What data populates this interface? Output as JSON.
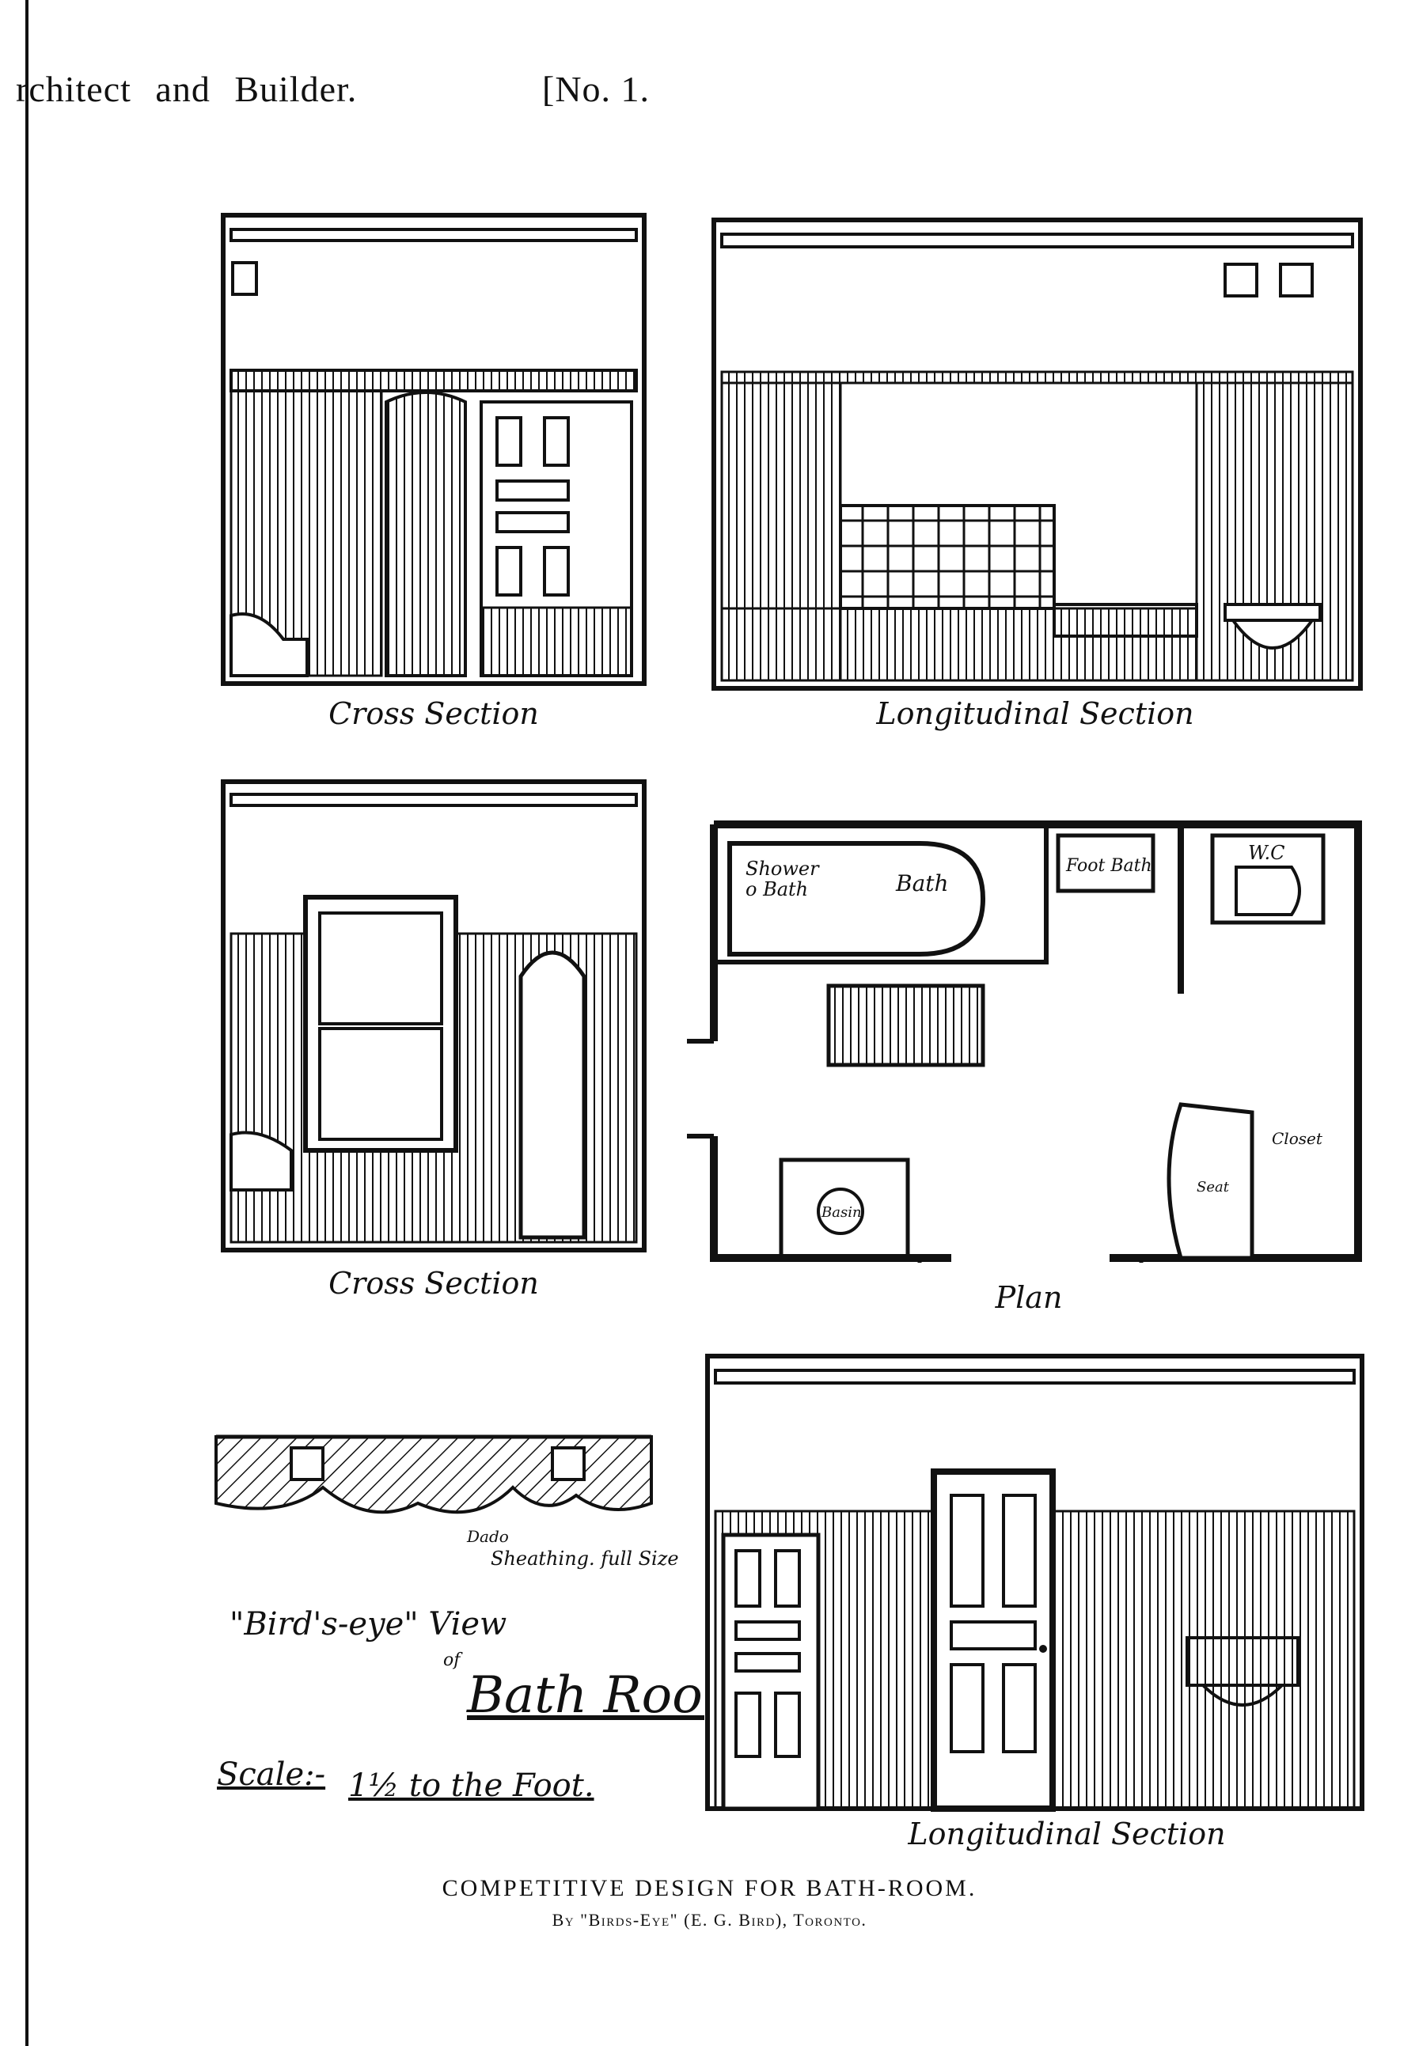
{
  "header": {
    "journal_left": "rchitect",
    "journal_and": "and",
    "journal_right": "Builder.",
    "issue": "[No. 1."
  },
  "drawings": {
    "cross_section_1": "Cross Section",
    "longitudinal_section_1": "Longitudinal Section",
    "cross_section_2": "Cross Section",
    "plan": "Plan",
    "longitudinal_section_2": "Longitudinal Section"
  },
  "plan_labels": {
    "shower_1": "Shower",
    "shower_2": "o Bath",
    "bath": "Bath",
    "foot_bath": "Foot Bath",
    "wc": "W.C",
    "basin": "Basin",
    "seat": "Seat",
    "closet": "Closet"
  },
  "details": {
    "dado_1": "Dado",
    "dado_2": "Sheathing. full Size",
    "view_1": "\"Bird's-eye\" View",
    "view_of": "of",
    "view_2": "Bath Room",
    "scale_label": "Scale:-",
    "scale_value": "1½ to the Foot."
  },
  "caption": {
    "title": "COMPETITIVE DESIGN FOR BATH-ROOM.",
    "byline": "By \"Birds-Eye\" (E. G. Bird), Toronto."
  }
}
